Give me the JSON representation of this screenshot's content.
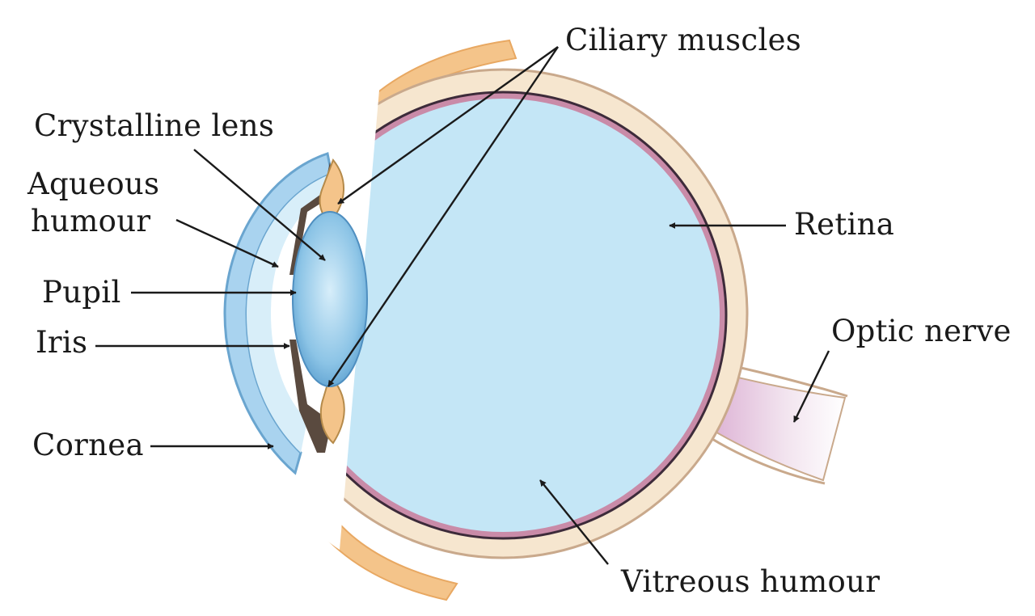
{
  "labels": {
    "ciliary_muscles": "Ciliary muscles",
    "crystalline_lens": "Crystalline lens",
    "aqueous_humour_1": "Aqueous",
    "aqueous_humour_2": "humour",
    "pupil": "Pupil",
    "iris": "Iris",
    "cornea": "Cornea",
    "retina": "Retina",
    "optic_nerve": "Optic nerve",
    "vitreous_humour": "Vitreous humour"
  }
}
